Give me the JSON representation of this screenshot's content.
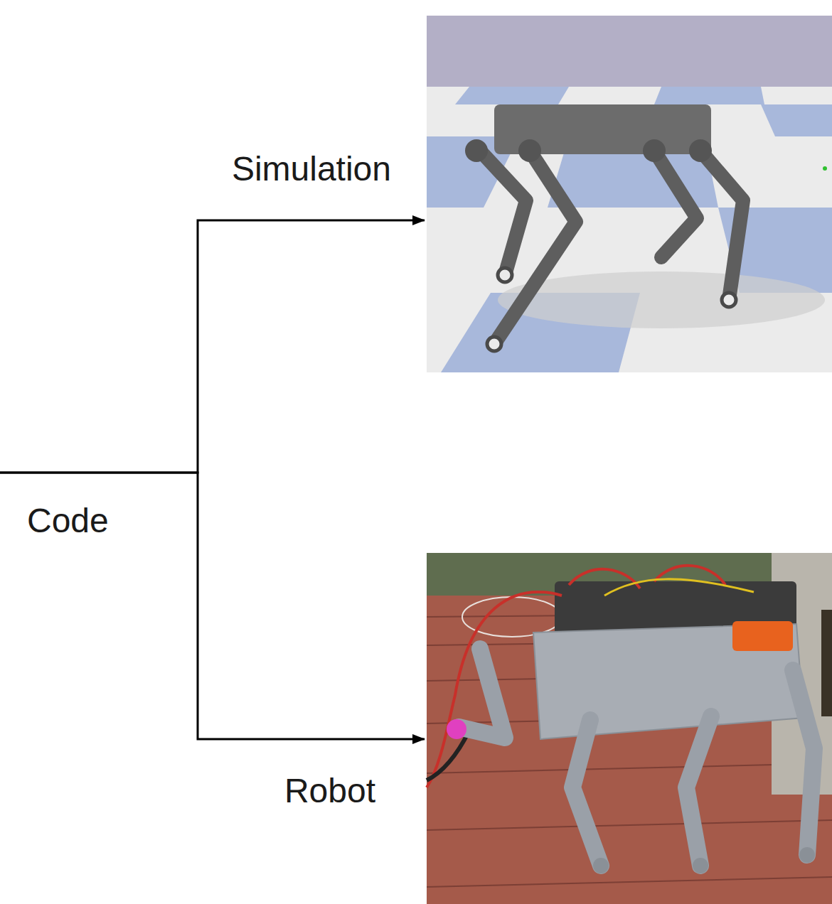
{
  "diagram": {
    "nodes": [
      {
        "text": [
          "Code"
        ]
      },
      {
        "text": [
          "Simulation"
        ]
      },
      {
        "text": [
          "Robot"
        ]
      }
    ],
    "edges": [
      {
        "from": 0,
        "to": 1,
        "arrow": "to"
      },
      {
        "from": 0,
        "to": 2,
        "arrow": "to"
      }
    ]
  }
}
